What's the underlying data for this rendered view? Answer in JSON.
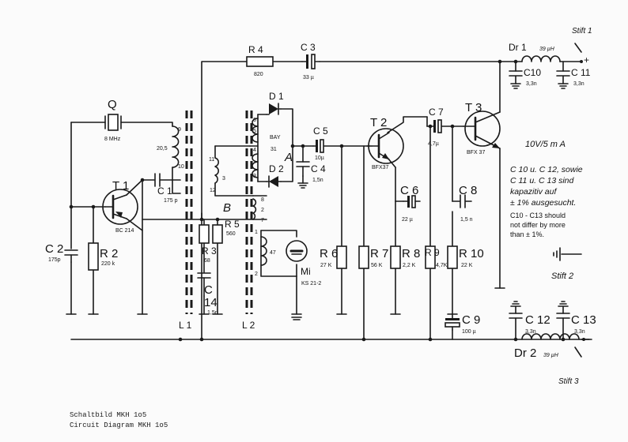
{
  "pins": {
    "stift1": "Stift 1",
    "stift2": "Stift 2",
    "stift3": "Stift 3",
    "plus": "+"
  },
  "components": {
    "R4": {
      "label": "R 4",
      "value": "820"
    },
    "C3": {
      "label": "C 3",
      "value": "33 µ"
    },
    "Dr1": {
      "label": "Dr 1",
      "value": "39 µH"
    },
    "C10": {
      "label": "C10",
      "value": "3,3n"
    },
    "C11": {
      "label": "C 11",
      "value": "3,3n"
    },
    "T3": {
      "label": "T 3",
      "value": "BFX 37"
    },
    "C7": {
      "label": "C 7",
      "value": "4,7µ"
    },
    "T2": {
      "label": "T 2",
      "value": "BFX37"
    },
    "C5": {
      "label": "C 5",
      "value": "10µ"
    },
    "C4": {
      "label": "C 4",
      "value": "1,5n"
    },
    "D1": {
      "label": "D 1"
    },
    "D2": {
      "label": "D 2"
    },
    "BAY": {
      "label": "BAY",
      "value": "31"
    },
    "Q": {
      "label": "Q",
      "value": "8 MHz"
    },
    "T1": {
      "label": "T 1",
      "value": "BC 214"
    },
    "C1": {
      "label": "C 1",
      "value": "175 p"
    },
    "C2": {
      "label": "C 2",
      "value": "175p"
    },
    "R2": {
      "label": "R 2",
      "value": "220 k"
    },
    "R3": {
      "label": "R 3",
      "value": "68"
    },
    "R5": {
      "label": "R 5",
      "value": "560"
    },
    "C14": {
      "label": "C",
      "label2": "14",
      "value": "1,5n"
    },
    "R6": {
      "label": "R 6",
      "value": "27 K"
    },
    "R7": {
      "label": "R 7",
      "value": "56 K"
    },
    "R8": {
      "label": "R 8",
      "value": "2,2 K"
    },
    "R9": {
      "label": "R 9",
      "value": "4,7K"
    },
    "R10": {
      "label": "R 10",
      "value": "22 K"
    },
    "C6": {
      "label": "C 6",
      "value": "22 µ"
    },
    "C8": {
      "label": "C 8",
      "value": "1,5 n"
    },
    "C9": {
      "label": "C 9",
      "value": "100 µ"
    },
    "C12": {
      "label": "C 12",
      "value": "3,3n"
    },
    "C13": {
      "label": "C 13",
      "value": "3,3n"
    },
    "Dr2": {
      "label": "Dr 2",
      "value": "39 µH"
    },
    "Mi": {
      "label": "Mi",
      "value": "KS 21-2"
    },
    "L1": {
      "label": "L 1"
    },
    "L2": {
      "label": "L 2"
    }
  },
  "coil_pins": {
    "l_9": "9",
    "l_205": "20,5",
    "l_10": "10",
    "m_11": "11",
    "m_3": "3",
    "m_12": "12",
    "r_6": "6",
    "r_5": "5",
    "r_4": "4",
    "r_3": "3",
    "r_8": "8",
    "r_2": "2",
    "r_7": "7",
    "mi_1": "1",
    "mi_47": "47",
    "mi_2": "2"
  },
  "nodes": {
    "A": "A",
    "B": "B"
  },
  "notes": {
    "supply": "10V/5 m A",
    "de1": "C 10 u. C 12, sowie",
    "de2": "C 11 u. C 13 sind",
    "de3": "kapazitiv auf",
    "de4": "± 1% ausgesucht.",
    "en1": "C10 - C13 should",
    "en2": "not differ by more",
    "en3": "than ± 1%."
  },
  "caption": {
    "de": "Schaltbild MKH 1o5",
    "en": "Circuit Diagram MKH 1o5"
  }
}
